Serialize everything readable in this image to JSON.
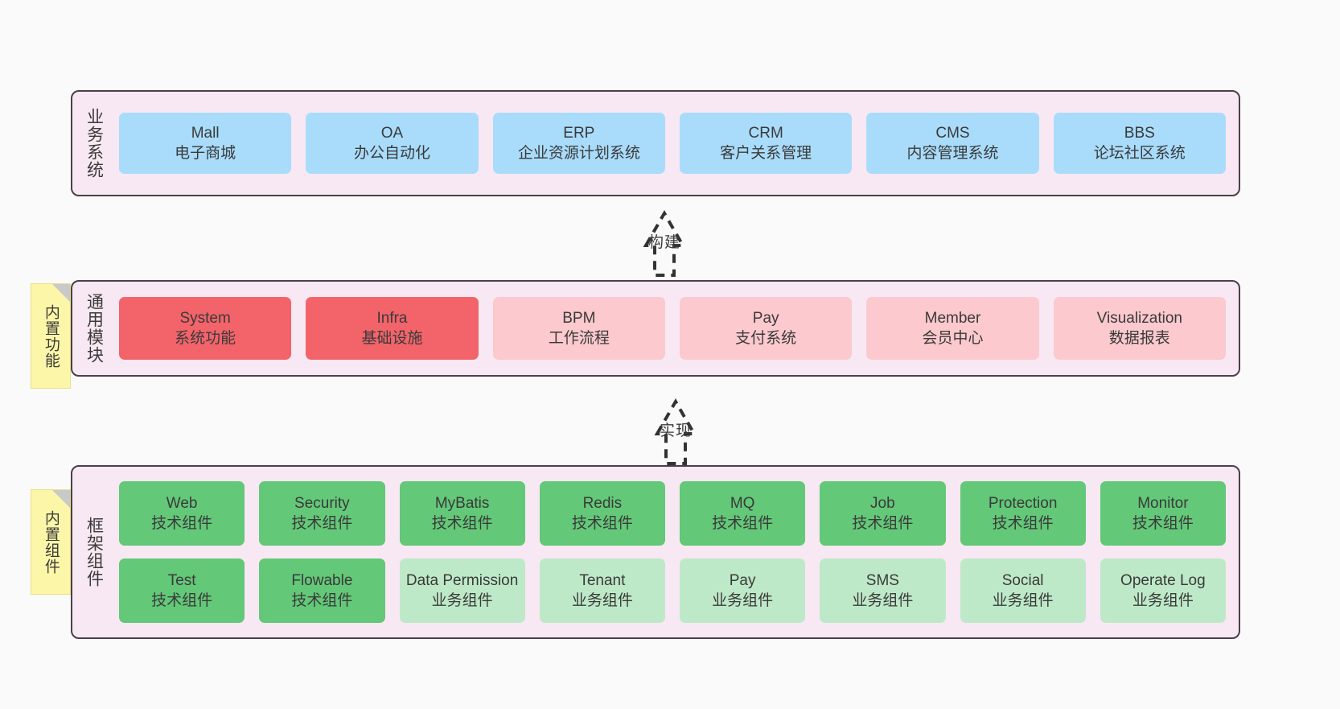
{
  "diagram": {
    "title": "System Architecture Layers",
    "background_color": "#fafafa",
    "layer_fill": "#f8e8f3",
    "layer_border": "#4a4048",
    "note_fill": "#fcf7a8"
  },
  "notes": [
    {
      "label": "内置功能",
      "icon": "folded-corner-note"
    },
    {
      "label": "内置组件",
      "icon": "folded-corner-note"
    }
  ],
  "connectors": [
    {
      "label": "构建",
      "style": "dashed-hollow-block-arrow",
      "direction": "up"
    },
    {
      "label": "实现",
      "style": "dashed-hollow-block-arrow",
      "direction": "up"
    }
  ],
  "layers": [
    {
      "id": "business",
      "title": "业务系统",
      "color": "#a9dcfb",
      "rows": [
        {
          "cards": [
            {
              "en": "Mall",
              "cn": "电子商城",
              "color": "#a9dcfb"
            },
            {
              "en": "OA",
              "cn": "办公自动化",
              "color": "#a9dcfb"
            },
            {
              "en": "ERP",
              "cn": "企业资源计划系统",
              "color": "#a9dcfb"
            },
            {
              "en": "CRM",
              "cn": "客户关系管理",
              "color": "#a9dcfb"
            },
            {
              "en": "CMS",
              "cn": "内容管理系统",
              "color": "#a9dcfb"
            },
            {
              "en": "BBS",
              "cn": "论坛社区系统",
              "color": "#a9dcfb"
            }
          ]
        }
      ]
    },
    {
      "id": "common",
      "title": "通用模块",
      "color": "#fbc9ce",
      "rows": [
        {
          "cards": [
            {
              "en": "System",
              "cn": "系统功能",
              "color": "#f2646a"
            },
            {
              "en": "Infra",
              "cn": "基础设施",
              "color": "#f2646a"
            },
            {
              "en": "BPM",
              "cn": "工作流程",
              "color": "#fbc9ce"
            },
            {
              "en": "Pay",
              "cn": "支付系统",
              "color": "#fbc9ce"
            },
            {
              "en": "Member",
              "cn": "会员中心",
              "color": "#fbc9ce"
            },
            {
              "en": "Visualization",
              "cn": "数据报表",
              "color": "#fbc9ce"
            }
          ]
        }
      ]
    },
    {
      "id": "framework",
      "title": "框架组件",
      "color": "#63c878",
      "rows": [
        {
          "cards": [
            {
              "en": "Web",
              "cn": "技术组件",
              "color": "#63c878"
            },
            {
              "en": "Security",
              "cn": "技术组件",
              "color": "#63c878"
            },
            {
              "en": "MyBatis",
              "cn": "技术组件",
              "color": "#63c878"
            },
            {
              "en": "Redis",
              "cn": "技术组件",
              "color": "#63c878"
            },
            {
              "en": "MQ",
              "cn": "技术组件",
              "color": "#63c878"
            },
            {
              "en": "Job",
              "cn": "技术组件",
              "color": "#63c878"
            },
            {
              "en": "Protection",
              "cn": "技术组件",
              "color": "#63c878"
            },
            {
              "en": "Monitor",
              "cn": "技术组件",
              "color": "#63c878"
            }
          ]
        },
        {
          "cards": [
            {
              "en": "Test",
              "cn": "技术组件",
              "color": "#63c878"
            },
            {
              "en": "Flowable",
              "cn": "技术组件",
              "color": "#63c878"
            },
            {
              "en": "Data Permission",
              "cn": "业务组件",
              "color": "#bee9c8"
            },
            {
              "en": "Tenant",
              "cn": "业务组件",
              "color": "#bee9c8"
            },
            {
              "en": "Pay",
              "cn": "业务组件",
              "color": "#bee9c8"
            },
            {
              "en": "SMS",
              "cn": "业务组件",
              "color": "#bee9c8"
            },
            {
              "en": "Social",
              "cn": "业务组件",
              "color": "#bee9c8"
            },
            {
              "en": "Operate Log",
              "cn": "业务组件",
              "color": "#bee9c8"
            }
          ]
        }
      ]
    }
  ]
}
